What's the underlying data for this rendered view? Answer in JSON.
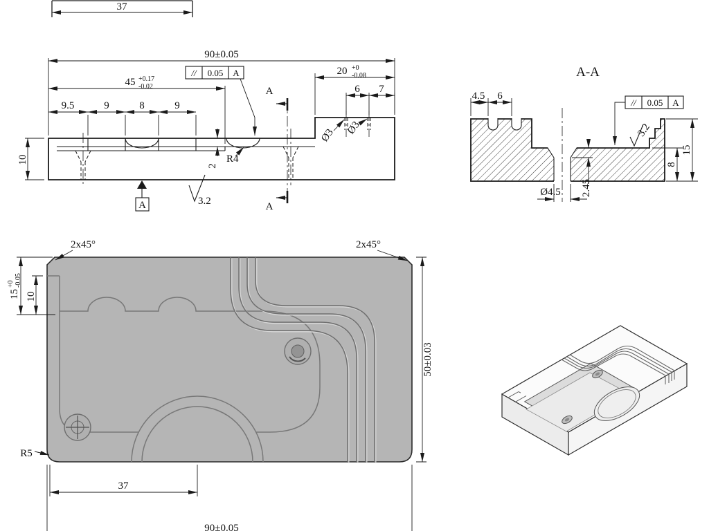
{
  "drawing": {
    "front": {
      "dim37": "37",
      "dim90": "90±0.05",
      "dim45": "45",
      "dim45_up": "+0.17",
      "dim45_dn": "-0.02",
      "dim20": "20",
      "dim20_up": "+0",
      "dim20_dn": "-0.08",
      "dim9_5": "9.5",
      "dim9a": "9",
      "dim8": "8",
      "dim9b": "9",
      "dim6": "6",
      "dim7": "7",
      "dim10": "10",
      "dim2": "2",
      "dimR4": "R4",
      "dia3a": "Ø3",
      "dia3b": "Ø3",
      "roughness": "3.2",
      "datum": "A",
      "sectionTop": "A",
      "sectionBottom": "A",
      "fcf_sym": "//",
      "fcf_tol": "0.05",
      "fcf_datum": "A"
    },
    "section": {
      "title": "A-A",
      "dim4_5": "4.5",
      "dim6": "6",
      "dim8": "8",
      "dim15": "15",
      "roughness": "3.2",
      "dia4_5": "Ø4.5",
      "dim2_45": "2.45",
      "fcf_sym": "//",
      "fcf_tol": "0.05",
      "fcf_datum": "A"
    },
    "plan": {
      "chamferL": "2x45°",
      "chamferR": "2x45°",
      "dim15": "15",
      "dim15_up": "+0",
      "dim15_dn": "-0.05",
      "dim10": "10",
      "dim50": "50±0.03",
      "dimR5": "R5",
      "dim37": "37",
      "dim90": "90±0.05"
    }
  }
}
